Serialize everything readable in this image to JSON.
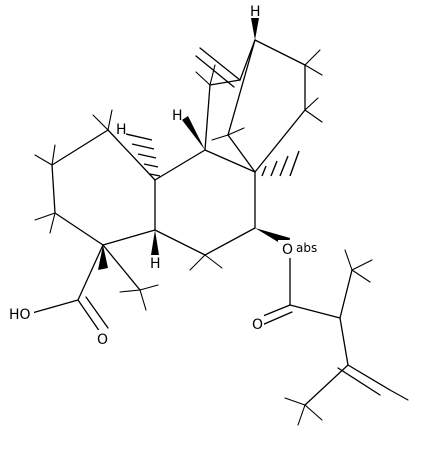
{
  "labels": {
    "hydrogen": "H",
    "hydroxyl": "HO",
    "carbonyl_oxygen": "O",
    "ester_oxygen": "O",
    "stereo_abs": "abs"
  }
}
